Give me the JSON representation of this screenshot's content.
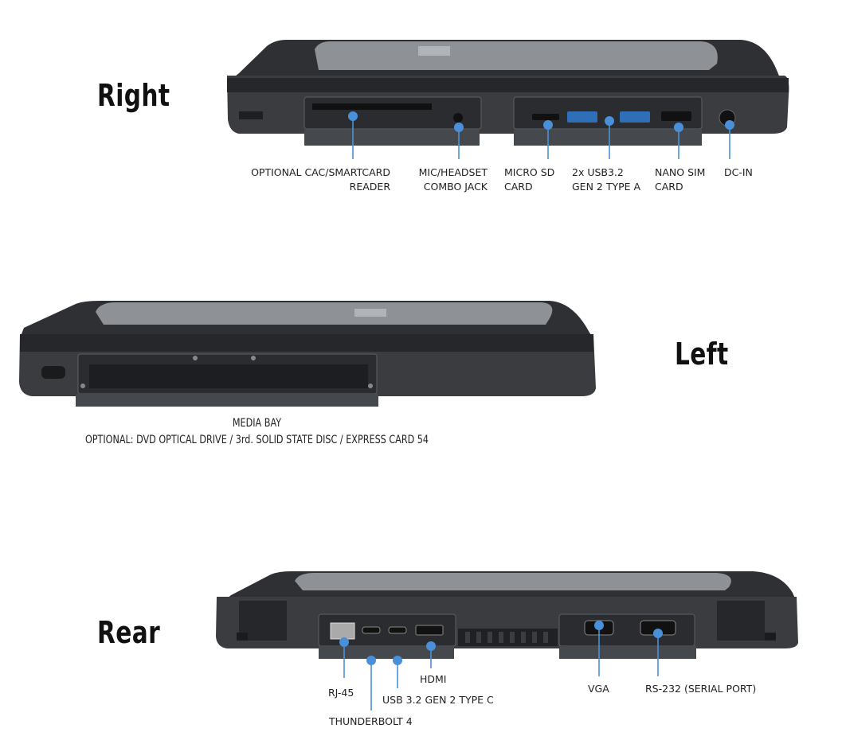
{
  "views": {
    "right": {
      "title": "Right",
      "labels": {
        "cac": [
          "OPTIONAL CAC/SMARTCARD",
          "READER"
        ],
        "mic": [
          "MIC/HEADSET",
          "COMBO JACK"
        ],
        "microsd": [
          "MICRO SD",
          "CARD"
        ],
        "usb": [
          "2x USB3.2",
          "GEN 2 TYPE A"
        ],
        "nanosim": [
          "NANO SIM",
          "CARD"
        ],
        "dcin": [
          "DC-IN"
        ]
      }
    },
    "left": {
      "title": "Left",
      "caption_line1": "MEDIA BAY",
      "caption_line2": "OPTIONAL: DVD OPTICAL DRIVE / 3rd. SOLID STATE DISC / EXPRESS CARD 54"
    },
    "rear": {
      "title": "Rear",
      "labels": {
        "rj45": "RJ-45",
        "thunderbolt": "THUNDERBOLT 4",
        "usbc": "USB 3.2 GEN 2 TYPE C",
        "hdmi": "HDMI",
        "vga": "VGA",
        "rs232": "RS-232 (SERIAL PORT)"
      }
    }
  },
  "colors": {
    "callout": "#4a90d9",
    "chassis_dark": "#2b2d30",
    "chassis_mid": "#4a4d52",
    "lid_grey": "#8e9196"
  }
}
